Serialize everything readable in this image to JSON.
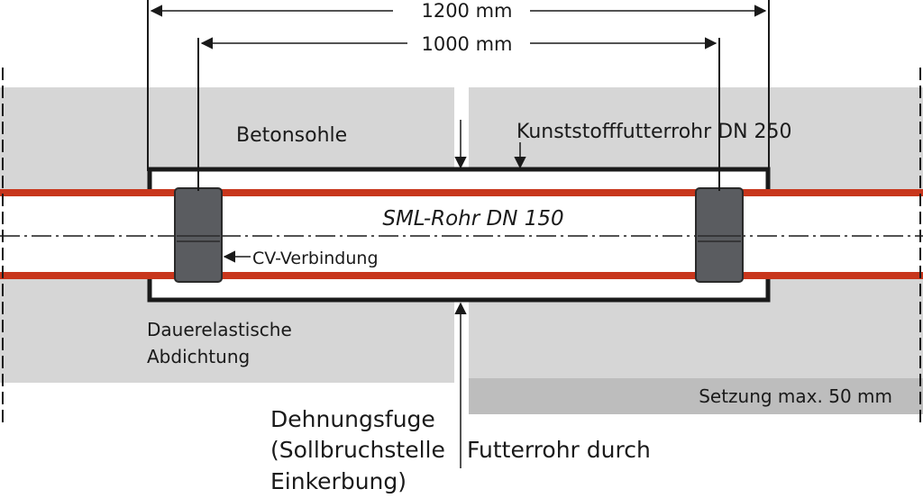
{
  "dimensions": {
    "outer": "1200 mm",
    "inner": "1000 mm"
  },
  "labels": {
    "concrete_slab": "Betonsohle",
    "sleeve_pipe": "Kunststofffutterrohr DN 250",
    "sml_pipe": "SML-Rohr DN 150",
    "coupling": "CV-Verbindung",
    "sealing_line1": "Dauerelastische",
    "sealing_line2": "Abdichtung",
    "settlement": "Setzung max. 50 mm",
    "joint_line1": "Dehnungsfuge",
    "joint_line2": "(Sollbruchstelle",
    "joint_line3": "Einkerbung)",
    "sleeve_through": "Futterrohr durch"
  },
  "colors": {
    "concrete": "#d6d6d6",
    "concrete_dark": "#bdbdbd",
    "pipe_wall": "#c8361c",
    "coupling": "#5a5c60",
    "line": "#1a1a1a"
  }
}
